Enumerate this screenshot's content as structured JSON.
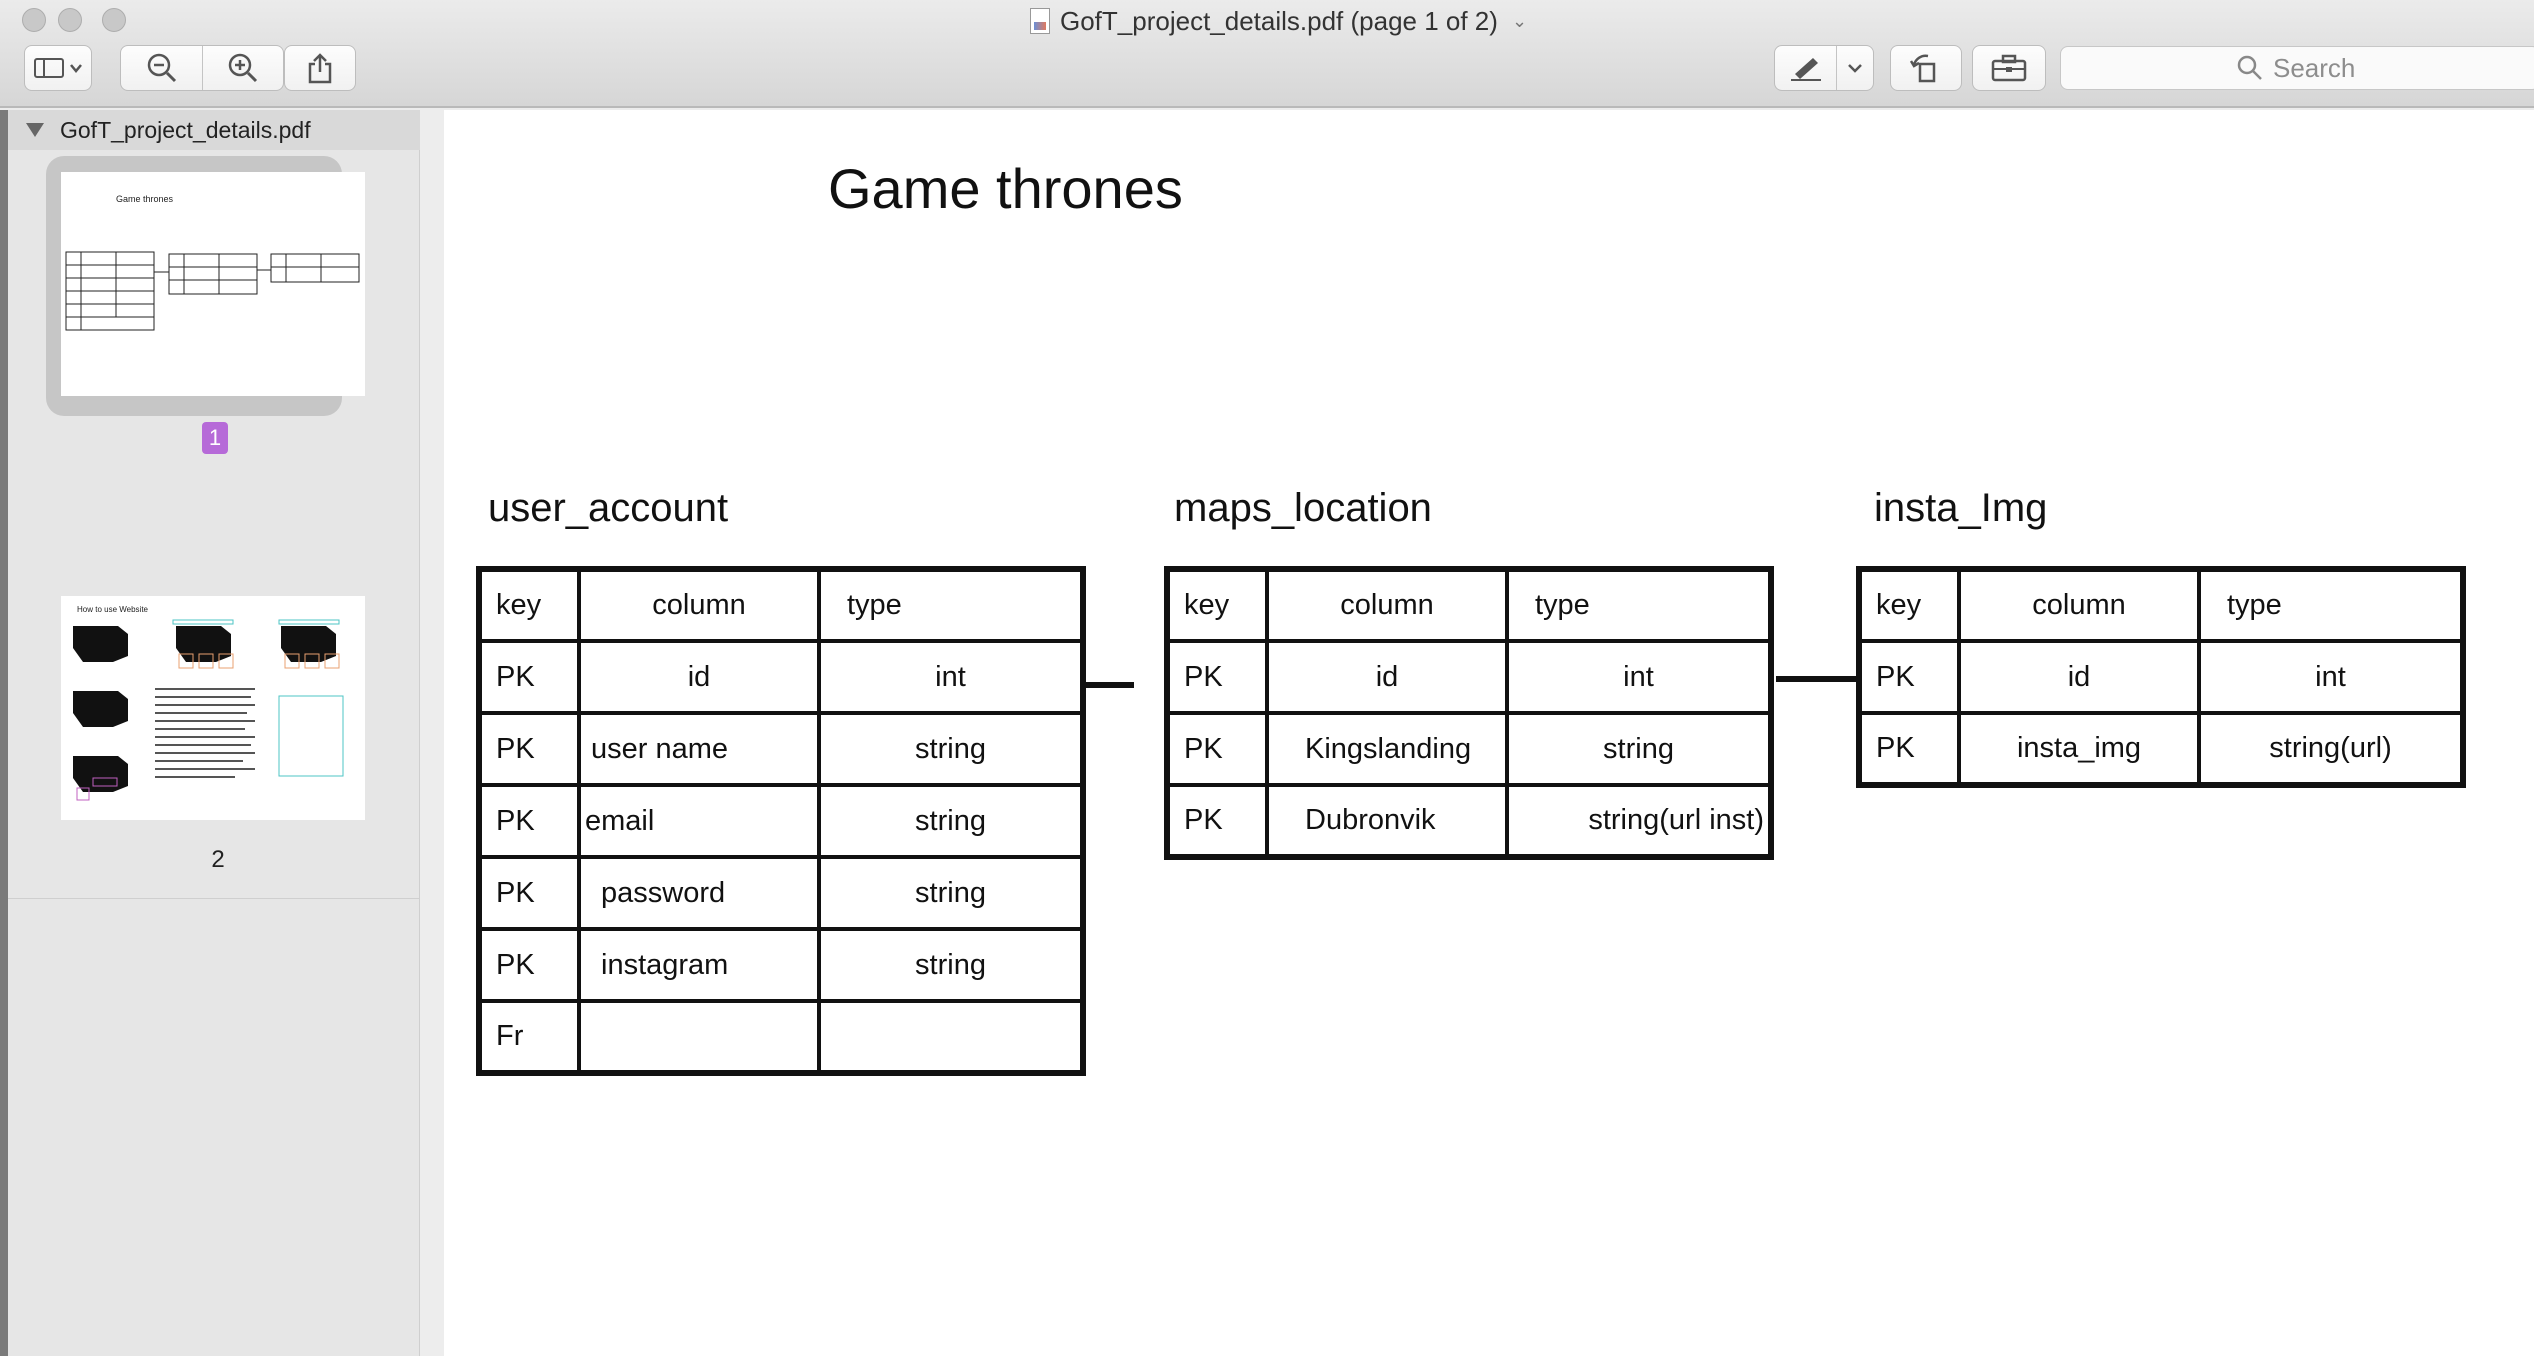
{
  "window": {
    "title": "GofT_project_details.pdf (page 1 of 2)"
  },
  "toolbar": {
    "sidebar_button": "sidebar-toggle",
    "zoom_out": "zoom-out",
    "zoom_in": "zoom-in",
    "share": "share",
    "markup": "markup",
    "rotate": "rotate",
    "toolbox": "toolbox",
    "search_placeholder": "Search"
  },
  "sidebar": {
    "file_name": "GofT_project_details.pdf",
    "pages": [
      {
        "label": "1",
        "thumb_title": "Game thrones"
      },
      {
        "label": "2",
        "thumb_title": "How to use Website"
      }
    ]
  },
  "document": {
    "title": "Game thrones",
    "headers": {
      "key": "key",
      "column": "column",
      "type": "type"
    },
    "tables": [
      {
        "name": "user_account",
        "rows": [
          {
            "key": "PK",
            "column": "id",
            "type": "int"
          },
          {
            "key": "PK",
            "column": "user name",
            "type": "string"
          },
          {
            "key": "PK",
            "column": "email",
            "type": "string"
          },
          {
            "key": "PK",
            "column": "password",
            "type": "string"
          },
          {
            "key": "PK",
            "column": "instagram",
            "type": "string"
          },
          {
            "key": "Fr",
            "column": "",
            "type": ""
          }
        ]
      },
      {
        "name": "maps_location",
        "rows": [
          {
            "key": "PK",
            "column": "id",
            "type": "int"
          },
          {
            "key": "PK",
            "column": "Kingslanding",
            "type": "string"
          },
          {
            "key": "PK",
            "column": "Dubronvik",
            "type": "string(url inst)"
          }
        ]
      },
      {
        "name": "insta_Img",
        "rows": [
          {
            "key": "PK",
            "column": "id",
            "type": "int"
          },
          {
            "key": "PK",
            "column": "insta_img",
            "type": "string(url)"
          }
        ]
      }
    ]
  }
}
